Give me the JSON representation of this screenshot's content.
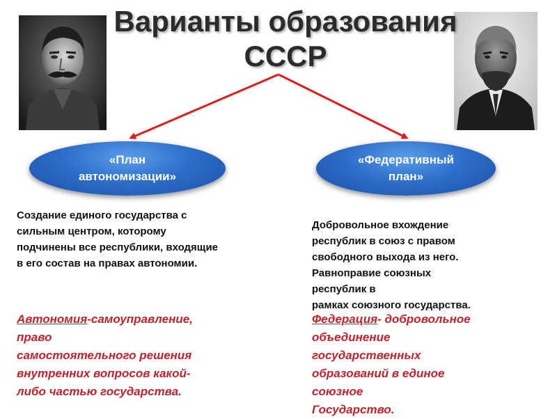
{
  "title": {
    "line1": "Варианты образования",
    "line2": "СССР"
  },
  "arrow_color": "#e21b1b",
  "left": {
    "portrait": "stalin-portrait",
    "plan_line1": "«План",
    "plan_line2": "автономизации»",
    "description": [
      "Создание единого государства с",
      "сильным центром, которому",
      "подчинены все республики, входящие",
      "в его состав на правах автономии."
    ],
    "definition_term": "Автономия",
    "definition_first_rest": "-самоуправление,",
    "definition_lines": [
      "право",
      "самостоятельного решения",
      "внутренних вопросов какой-",
      "либо частью государства."
    ]
  },
  "right": {
    "portrait": "lenin-portrait",
    "plan_line1": "«Федеративный",
    "plan_line2": "план»",
    "description": [
      "Добровольное вхождение",
      "республик в союз с правом",
      "свободного выхода из него.",
      "Равноправие союзных",
      "республик в",
      "рамках союзного государства."
    ],
    "definition_term": "Федерация",
    "definition_first_rest": "- добровольное",
    "definition_lines": [
      "объединение",
      "государственных",
      "образований в единое",
      "союзное",
      "Государство."
    ]
  },
  "colors": {
    "oval_blue": "#2d6fcb",
    "definition_red": "#c0232b"
  }
}
